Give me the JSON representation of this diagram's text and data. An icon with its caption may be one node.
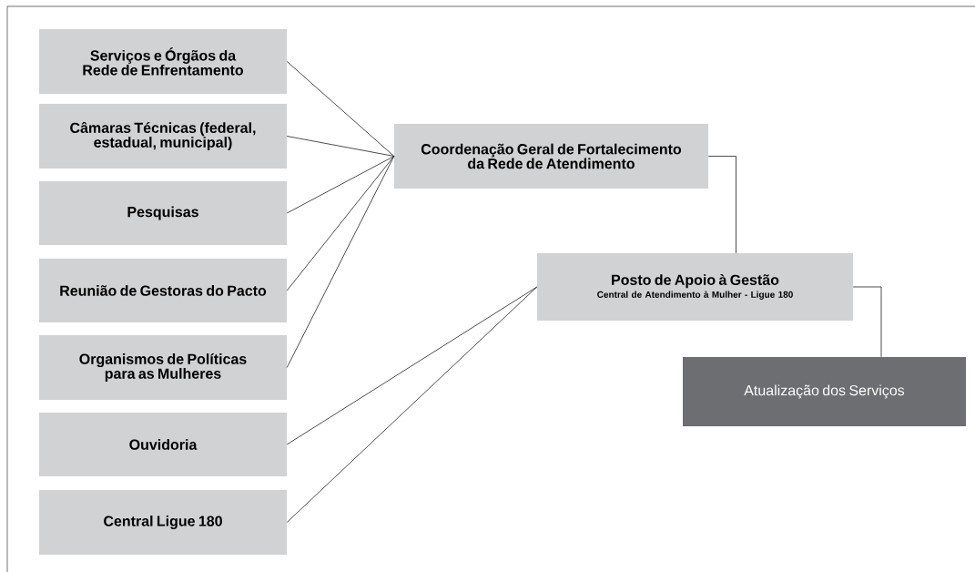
{
  "diagram": {
    "nodes": [
      {
        "text": [
          "Serviços e Órgãos da Rede de Enfrentamento"
        ]
      },
      {
        "text": [
          "Câmaras Técnicas (federal, estadual, municipal)"
        ]
      },
      {
        "text": [
          "Pesquisas"
        ]
      },
      {
        "text": [
          "Reunião de Gestoras do Pacto"
        ]
      },
      {
        "text": [
          "Organismos de Políticas para as Mulheres"
        ]
      },
      {
        "text": [
          "Ouvidoria"
        ]
      },
      {
        "text": [
          "Central Ligue 180"
        ]
      },
      {
        "text": [
          "Coordenação Geral de Fortalecimento da Rede de Atendimento"
        ]
      },
      {
        "text": [
          "Posto de Apoio à Gestão",
          "Central de Atendimento à Mulher - Ligue 180"
        ]
      },
      {
        "text": [
          "Atualização dos Serviços"
        ]
      }
    ],
    "edges": [
      {
        "from": 0,
        "to": 7,
        "arrow": "none"
      },
      {
        "from": 1,
        "to": 7,
        "arrow": "none"
      },
      {
        "from": 2,
        "to": 7,
        "arrow": "none"
      },
      {
        "from": 3,
        "to": 7,
        "arrow": "none"
      },
      {
        "from": 4,
        "to": 7,
        "arrow": "none"
      },
      {
        "from": 5,
        "to": 8,
        "arrow": "none"
      },
      {
        "from": 6,
        "to": 8,
        "arrow": "none"
      },
      {
        "from": 7,
        "to": 8,
        "arrow": "none"
      },
      {
        "from": 8,
        "to": 9,
        "arrow": "none"
      }
    ]
  }
}
